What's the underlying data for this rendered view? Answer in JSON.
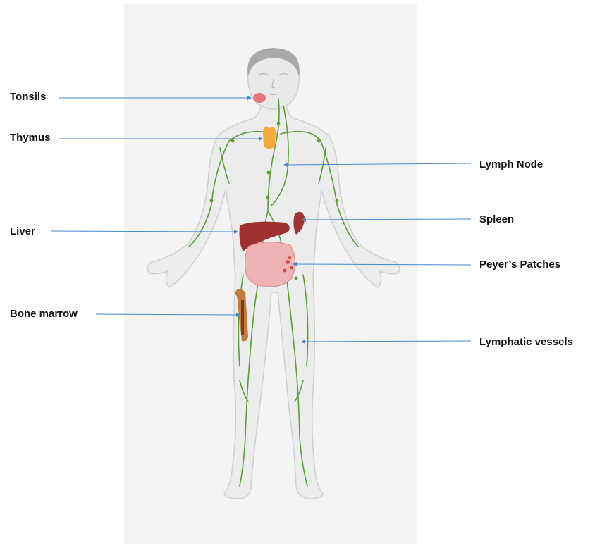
{
  "colors": {
    "panel": "#f3f3f3",
    "body_fill": "#ececec",
    "body_stroke": "#cfcfcf",
    "head": "#a9a9a9",
    "vessel": "#5a9e3a",
    "leader": "#4a86c5",
    "tonsil": "#e8747c",
    "thymus": "#f2a83a",
    "liver": "#9e3030",
    "spleen": "#9c3535",
    "intestine": "#eeb3b3",
    "bone": "#c07a3e",
    "marrow": "#7a3d1c"
  },
  "labels": {
    "tonsils": "Tonsils",
    "thymus": "Thymus",
    "lymph_node": "Lymph Node",
    "liver": "Liver",
    "spleen": "Spleen",
    "peyers_patches": "Peyer’s Patches",
    "bone_marrow": "Bone marrow",
    "lymphatic_vessels": "Lymphatic vessels"
  }
}
